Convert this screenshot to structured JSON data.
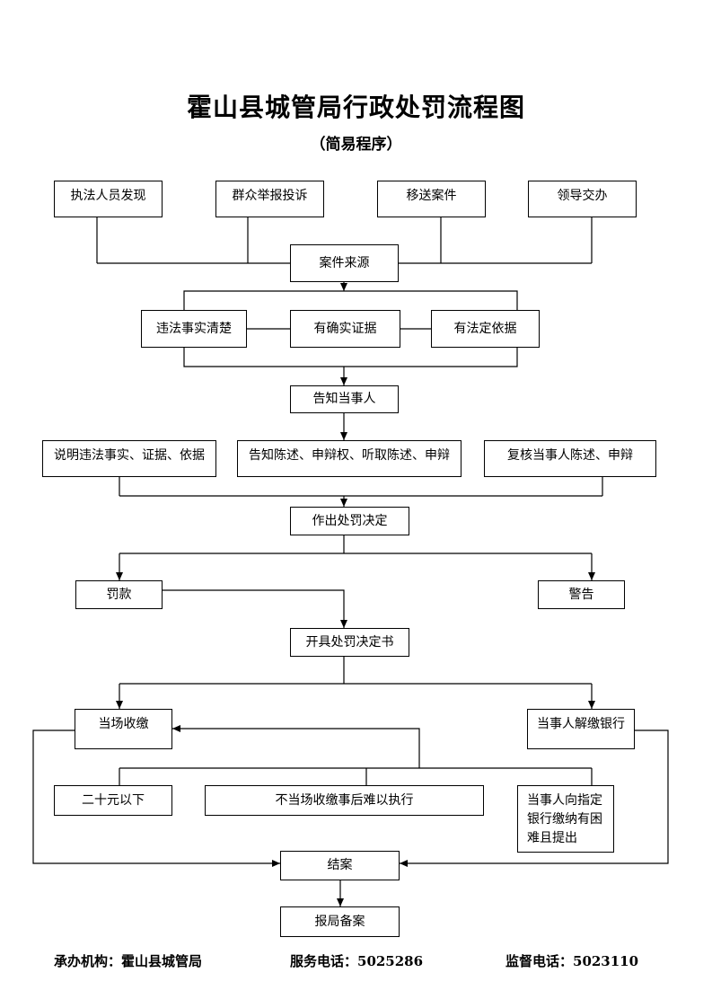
{
  "title": "霍山县城管局行政处罚流程图",
  "subtitle": "（简易程序）",
  "nodes": {
    "source_officer": "执法人员发现",
    "source_public": "群众举报投诉",
    "source_transfer": "移送案件",
    "source_leader": "领导交办",
    "case_source": "案件来源",
    "facts_clear": "违法事实清楚",
    "evidence": "有确实证据",
    "legal_basis": "有法定依据",
    "notify_party": "告知当事人",
    "explain": "说明违法事实、证据、依据",
    "inform_rights": "告知陈述、申辩权、听取陈述、申辩",
    "review": "复核当事人陈述、申辩",
    "decision": "作出处罚决定",
    "fine": "罚款",
    "warning": "警告",
    "issue_decision": "开具处罚决定书",
    "onsite_collect": "当场收缴",
    "bank_payment": "当事人解缴银行",
    "under_20": "二十元以下",
    "hard_later": "不当场收缴事后难以执行",
    "bank_difficulty": "当事人向指定银行缴纳有困难且提出",
    "close_case": "结案",
    "report_file": "报局备案"
  },
  "footer": {
    "agency": "承办机构：霍山县城管局",
    "service_phone": "服务电话：5025286",
    "supervision_phone": "监督电话：5023110"
  }
}
